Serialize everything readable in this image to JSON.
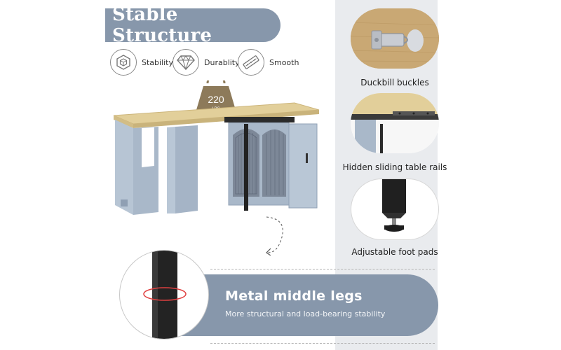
{
  "header": {
    "title": "Stable Structure"
  },
  "features": [
    {
      "label": "Stability",
      "icon": "hexagon-cube-icon"
    },
    {
      "label": "Durablity",
      "icon": "diamond-icon"
    },
    {
      "label": "Smooth",
      "icon": "slide-rail-icon"
    }
  ],
  "weight_badge": {
    "value": "220",
    "unit": "LBS"
  },
  "details": [
    {
      "label": "Duckbill buckles"
    },
    {
      "label": "Hidden sliding table rails"
    },
    {
      "label": "Adjustable foot pads"
    }
  ],
  "legs_banner": {
    "heading": "Metal middle legs",
    "subtext": "More structural and load-bearing stability"
  },
  "colors": {
    "accent": "#8797ab",
    "table_top": "#e2cf9a",
    "frame": "#a9b8c9",
    "panel": "#e9ebee",
    "metal": "#222222"
  }
}
